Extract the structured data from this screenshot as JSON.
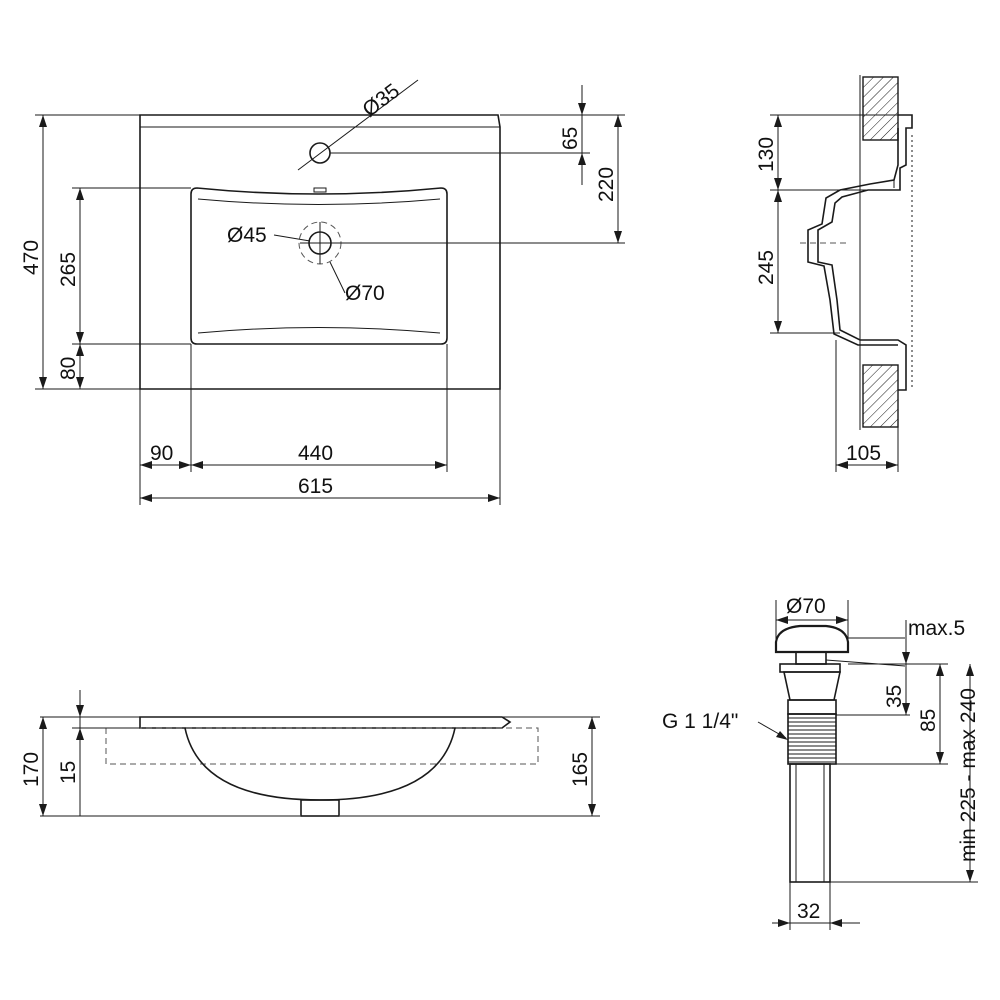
{
  "top_view": {
    "dia_tap": "Ø35",
    "dia_drain": "Ø45",
    "dia_drain_outer": "Ø70",
    "dim_65": "65",
    "dim_220": "220",
    "dim_470": "470",
    "dim_265": "265",
    "dim_80": "80",
    "dim_90": "90",
    "dim_440": "440",
    "dim_615": "615"
  },
  "side_view": {
    "dim_130": "130",
    "dim_245": "245",
    "dim_105": "105"
  },
  "front_view": {
    "dim_170": "170",
    "dim_15": "15",
    "dim_165": "165"
  },
  "drain_view": {
    "dia": "Ø70",
    "max5": "max.5",
    "thread": "G 1 1/4\"",
    "dim_35": "35",
    "dim_85": "85",
    "dim_range": "min 225 - max 240",
    "dim_32": "32"
  },
  "colors": {
    "line": "#1a1a1a",
    "hatch": "#1a1a1a"
  }
}
